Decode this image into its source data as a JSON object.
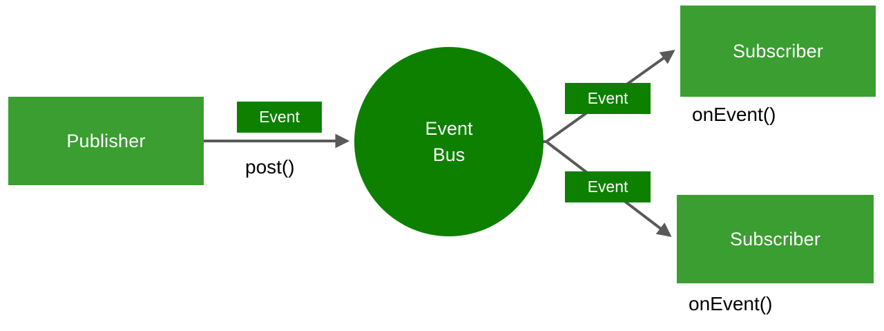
{
  "diagram": {
    "title": "Event Bus publish-subscribe diagram",
    "colors": {
      "node_green": "#3A9E31",
      "bus_green": "#0D8000",
      "chip_green": "#0D8000",
      "arrow_gray": "#595959",
      "node_text": "#FFFFFF",
      "label_text": "#000000",
      "background": "#FFFFFF"
    },
    "nodes": {
      "publisher": {
        "label": "Publisher"
      },
      "bus": {
        "label_line1": "Event",
        "label_line2": "Bus"
      },
      "subscriber_top": {
        "label": "Subscriber"
      },
      "subscriber_bottom": {
        "label": "Subscriber"
      }
    },
    "chips": {
      "left": {
        "label": "Event"
      },
      "top_right": {
        "label": "Event"
      },
      "bottom_right": {
        "label": "Event"
      }
    },
    "edge_labels": {
      "post": "post()",
      "on_event_top": "onEvent()",
      "on_event_bottom": "onEvent()"
    }
  }
}
